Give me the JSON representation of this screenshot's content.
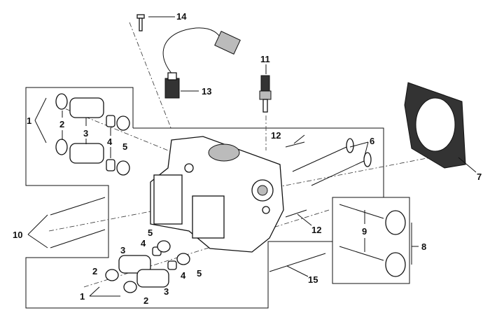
{
  "diagram": {
    "labels": [
      "14",
      "13",
      "11",
      "12",
      "6",
      "7",
      "1",
      "2",
      "3",
      "4",
      "5",
      "10",
      "12",
      "9",
      "8",
      "5",
      "4",
      "3",
      "2",
      "5",
      "4",
      "1",
      "2",
      "3",
      "15"
    ]
  }
}
